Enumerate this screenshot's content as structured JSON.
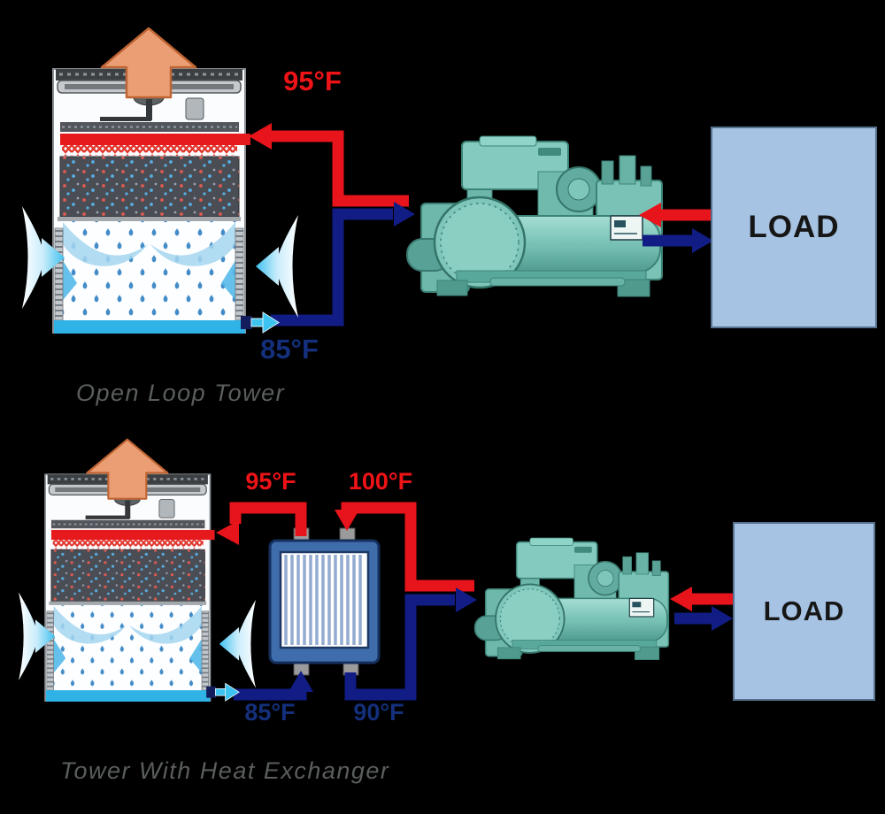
{
  "open_loop": {
    "caption": "Open Loop Tower",
    "temp_tower_in": "95°F",
    "temp_tower_out": "85°F",
    "load": "LOAD"
  },
  "hx_loop": {
    "caption": "Tower With Heat Exchanger",
    "temp_tower_in": "95°F",
    "temp_hx_in": "100°F",
    "temp_tower_out": "85°F",
    "temp_hx_out": "90°F",
    "load": "LOAD"
  },
  "palette": {
    "hot_water": "#e8141b",
    "cold_water": "#111d85",
    "intake_air": "#3cc3f0",
    "exhaust_air": "#eb9e74",
    "chiller_body": "#7ac2b6",
    "heat_exchanger_frame": "#3f6cab",
    "load_fill": "#a7c3e3",
    "caption_text": "#5a5e5d",
    "background": "#000000"
  },
  "icons": {
    "exhaust_air_icon": "up-arrow",
    "intake_air_icon": "inward-funnel-arrow",
    "hot_flow_icon": "red-pipe-arrow",
    "cold_flow_icon": "navy-pipe-arrow",
    "water_outlet_icon": "cyan-arrow"
  }
}
